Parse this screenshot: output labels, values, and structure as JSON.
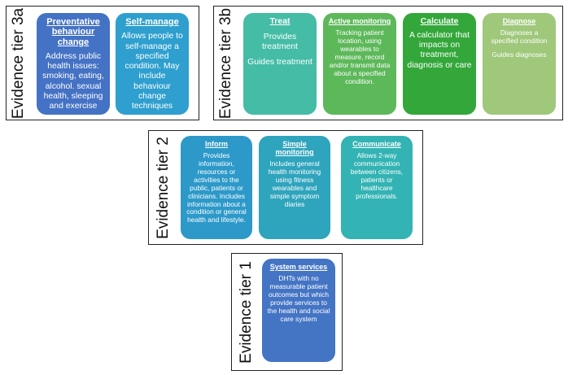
{
  "tier3a": {
    "label": "Evidence tier 3a",
    "cards": [
      {
        "title": "Preventative behaviour change",
        "desc": "Address public health issues: smoking, eating, alcohol. sexual health, sleeping and exercise",
        "color": "#4472c4"
      },
      {
        "title": "Self-manage",
        "desc": "Allows people to self-manage a specified condition. May include behaviour change techniques",
        "color": "#2e9fce"
      }
    ]
  },
  "tier3b": {
    "label": "Evidence tier 3b",
    "cards": [
      {
        "title": "Treat",
        "desc": "Provides treatment",
        "desc2": "Guides treatment",
        "color": "#44bca6"
      },
      {
        "title": "Active monitoring",
        "desc": "Tracking patient location, using wearables to measure, record and/or transmit data about a specified condition.",
        "color": "#5db85a"
      },
      {
        "title": "Calculate",
        "desc": "A calculator that impacts on treatment, diagnosis or care",
        "color": "#33a73a"
      },
      {
        "title": "Diagnose",
        "desc": "Diagnoses a specified condition",
        "desc2": "Guides diagnoses",
        "color": "#9fc87a"
      }
    ]
  },
  "tier2": {
    "label": "Evidence tier 2",
    "cards": [
      {
        "title": "Inform",
        "desc": "Provides information, resources or activities to the public, patients or clinicians. Includes information about a condition or general health and lifestyle.",
        "color": "#2d99c9"
      },
      {
        "title": "Simple monitoring",
        "desc": "Includes general health monitoring using fitness wearables and simple symptom diaries",
        "color": "#2fa4bd"
      },
      {
        "title": "Communicate",
        "desc": "Allows 2-way communication between citizens, patients or healthcare professionals.",
        "color": "#33b3b3"
      }
    ]
  },
  "tier1": {
    "label": "Evidence tier 1",
    "cards": [
      {
        "title": "System services",
        "desc": "DHTs with no measurable patient outcomes but which provide services to the health and social care system",
        "color": "#4474c4"
      }
    ]
  }
}
